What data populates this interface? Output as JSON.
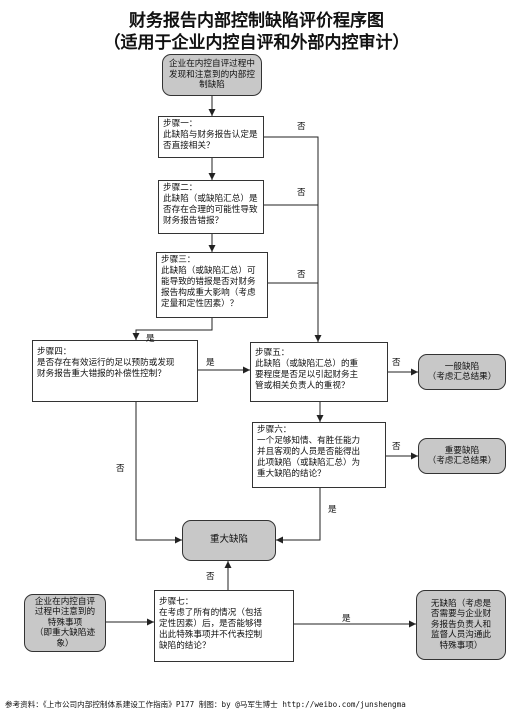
{
  "title": {
    "line1": "财务报告内部控制缺陷评价程序图",
    "line2": "（适用于企业内控自评和外部内控审计）"
  },
  "start": [
    "企业在内控自评过程中",
    "发现和注意到的内部控",
    "制缺陷"
  ],
  "step1": [
    "步骤一：",
    "此缺陷与财务报告认定是",
    "否直接相关？"
  ],
  "step2": [
    "步骤二：",
    "此缺陷（或缺陷汇总）是",
    "否存在合理的可能性导致",
    "财务报告错报？"
  ],
  "step3": [
    "步骤三：",
    "此缺陷（或缺陷汇总）可",
    "能导致的错报是否对财务",
    "报告构成重大影响（考虑",
    "定量和定性因素）？"
  ],
  "step4": [
    "步骤四：",
    "是否存在有效运行的足以预防或发现",
    "财务报告重大错报的补偿性控制？"
  ],
  "step5": [
    "步骤五：",
    "此缺陷（或缺陷汇总）的重",
    "要程度是否足以引起财务主",
    "管或相关负责人的重视？"
  ],
  "step6": [
    "步骤六：",
    "一个足够知情、有胜任能力",
    "并且客观的人员是否能得出",
    "此项缺陷（或缺陷汇总）为",
    "重大缺陷的结论？"
  ],
  "step7": [
    "步骤七：",
    "在考虑了所有的情况（包括",
    "定性因素）后，是否能够得",
    "出此特殊事项并不代表控制",
    "缺陷的结论？"
  ],
  "general": [
    "一般缺陷",
    "（考虑汇总结果）"
  ],
  "important": [
    "重要缺陷",
    "（考虑汇总结果）"
  ],
  "major": [
    "重大缺陷"
  ],
  "special": [
    "企业在内控自评",
    "过程中注意到的",
    "特殊事项",
    "（即重大缺陷迹",
    "象）"
  ],
  "nodefect": [
    "无缺陷（考虑是",
    "否需要与企业财",
    "务报告负责人和",
    "监督人员沟通此",
    "特殊事项）"
  ],
  "labels": {
    "yes": "是",
    "no": "否"
  },
  "footer": "参考资料：《上市公司内部控制体系建设工作指南》P177  制图：by @马军生博士  http://weibo.com/junshengma"
}
